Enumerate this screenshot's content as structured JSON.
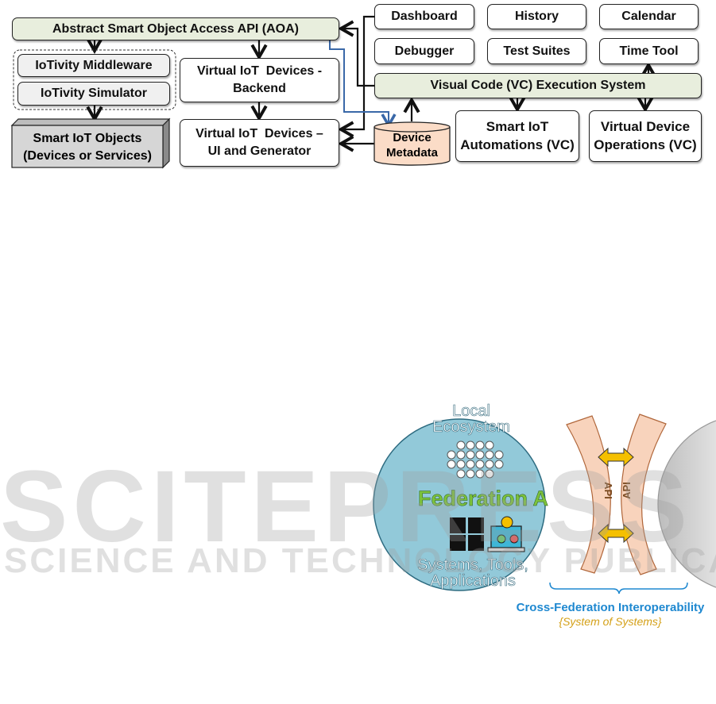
{
  "top_diagram": {
    "aoa": "Abstract Smart Object Access API (AOA)",
    "iotivity_middleware": "IoTivity Middleware",
    "iotivity_simulator": "IoTivity Simulator",
    "smart_objects_line1": "Smart IoT Objects",
    "smart_objects_line2": "(Devices or Services)",
    "vdev_backend_line1": "Virtual IoT  Devices -",
    "vdev_backend_line2": "Backend",
    "vdev_ui_line1": "Virtual IoT  Devices –",
    "vdev_ui_line2": "UI and Generator",
    "dashboard": "Dashboard",
    "history": "History",
    "calendar": "Calendar",
    "debugger": "Debugger",
    "test_suites": "Test Suites",
    "time_tool": "Time Tool",
    "vc_exec": "Visual Code (VC) Execution System",
    "metadata_line1": "Device",
    "metadata_line2": "Metadata",
    "automations_line1": "Smart IoT",
    "automations_line2": "Automations (VC)",
    "vdo_line1": "Virtual Device",
    "vdo_line2": "Operations (VC)"
  },
  "bottom_diagram": {
    "local_line1": "Local",
    "local_line2": "Ecosystem",
    "federation": "Federation A",
    "systems_line1": "Systems, Tools,",
    "systems_line2": "Applications",
    "api_left": "API",
    "api_right": "API",
    "cross_federation": "Cross-Federation Interoperability",
    "system_of_systems": "{System of Systems}",
    "colors": {
      "circle": "#92c9d9",
      "federation_text": "#7cc23b",
      "api_band": "#f8d3bc",
      "arrow": "#f5c000",
      "cross_text": "#1e88d0",
      "sos_text": "#d4a017"
    }
  },
  "watermark": {
    "line1": "SCITEPRESS",
    "line2": "SCIENCE AND TECHNOLOGY PUBLICATIONS"
  }
}
